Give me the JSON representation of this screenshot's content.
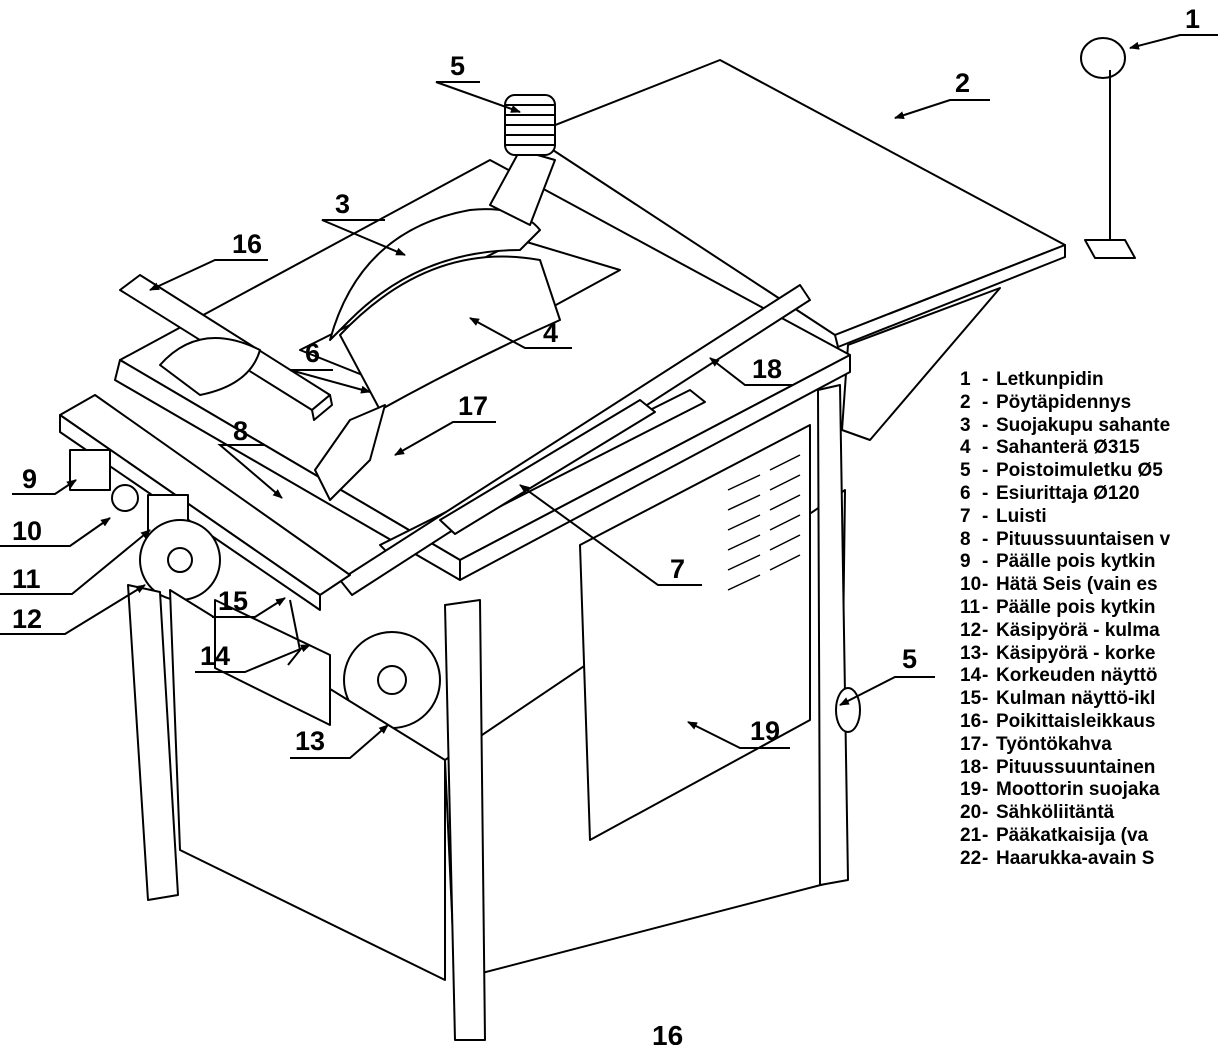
{
  "page_number": "16",
  "callouts": [
    "1",
    "2",
    "3",
    "4",
    "5",
    "5",
    "6",
    "7",
    "8",
    "9",
    "10",
    "11",
    "12",
    "13",
    "14",
    "15",
    "16",
    "17",
    "18",
    "19"
  ],
  "legend": [
    {
      "num": "1",
      "text": "Letkunpidin"
    },
    {
      "num": "2",
      "text": "Pöytäpidennys"
    },
    {
      "num": "3",
      "text": "Suojakupu sahante"
    },
    {
      "num": "4",
      "text": "Sahanterä Ø315"
    },
    {
      "num": "5",
      "text": "Poistoimuletku Ø5"
    },
    {
      "num": "6",
      "text": "Esiurittaja Ø120"
    },
    {
      "num": "7",
      "text": "Luisti"
    },
    {
      "num": "8",
      "text": "Pituussuuntaisen v"
    },
    {
      "num": "9",
      "text": "Päälle pois kytkin"
    },
    {
      "num": "10",
      "text": "Hätä Seis (vain es"
    },
    {
      "num": "11",
      "text": "Päälle pois kytkin"
    },
    {
      "num": "12",
      "text": "Käsipyörä - kulma"
    },
    {
      "num": "13",
      "text": "Käsipyörä - korke"
    },
    {
      "num": "14",
      "text": "Korkeuden näyttö"
    },
    {
      "num": "15",
      "text": "Kulman näyttö-ikl"
    },
    {
      "num": "16",
      "text": "Poikittaisleikkaus"
    },
    {
      "num": "17",
      "text": "Työntökahva"
    },
    {
      "num": "18",
      "text": "Pituussuuntainen"
    },
    {
      "num": "19",
      "text": "Moottorin suojaka"
    },
    {
      "num": "20",
      "text": "Sähköliitäntä"
    },
    {
      "num": "21",
      "text": "Pääkatkaisija (va"
    },
    {
      "num": "22",
      "text": "Haarukka-avain S"
    }
  ]
}
